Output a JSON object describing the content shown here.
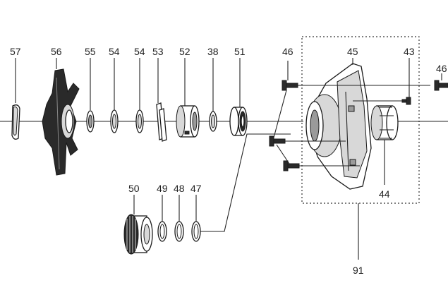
{
  "labels": {
    "p57": "57",
    "p56": "56",
    "p55": "55",
    "p54a": "54",
    "p54b": "54",
    "p53": "53",
    "p52": "52",
    "p38": "38",
    "p51": "51",
    "p46a": "46",
    "p45": "45",
    "p43": "43",
    "p46b": "46",
    "p44": "44",
    "p50": "50",
    "p49": "49",
    "p48": "48",
    "p47": "47",
    "p91": "91"
  }
}
